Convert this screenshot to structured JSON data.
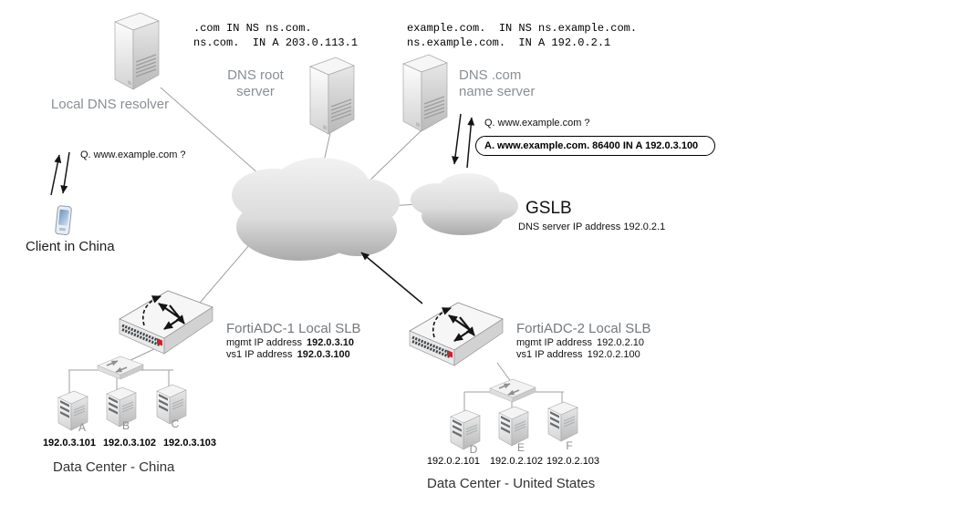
{
  "resolver": {
    "label": "Local DNS resolver"
  },
  "dns_root": {
    "records": ".com IN NS ns.com.\nns.com.  IN A 203.0.113.1",
    "label": "DNS root\nserver"
  },
  "dns_com": {
    "records": "example.com.  IN NS ns.example.com.\nns.example.com.  IN A 192.0.2.1",
    "label": "DNS .com\nname server"
  },
  "client": {
    "query": "Q. www.example.com ?",
    "label": "Client in China"
  },
  "gslb": {
    "query": "Q. www.example.com ?",
    "answer": "A. www.example.com. 86400 IN A 192.0.3.100",
    "title": "GSLB",
    "subtitle": "DNS server IP address 192.0.2.1"
  },
  "fortiadc1": {
    "title": "FortiADC-1 Local SLB",
    "mgmt_label": "mgmt IP address",
    "mgmt_value": "192.0.3.10",
    "vs1_label": "vs1 IP address",
    "vs1_value": "192.0.3.100"
  },
  "fortiadc2": {
    "title": "FortiADC-2 Local SLB",
    "mgmt_label": "mgmt IP address",
    "mgmt_value": "192.0.2.10",
    "vs1_label": "vs1 IP address",
    "vs1_value": "192.0.2.100"
  },
  "dc_china": {
    "label": "Data Center - China",
    "servers": [
      {
        "name": "A",
        "ip": "192.0.3.101"
      },
      {
        "name": "B",
        "ip": "192.0.3.102"
      },
      {
        "name": "C",
        "ip": "192.0.3.103"
      }
    ]
  },
  "dc_us": {
    "label": "Data Center - United States",
    "servers": [
      {
        "name": "D",
        "ip": "192.0.2.101"
      },
      {
        "name": "E",
        "ip": "192.0.2.102"
      },
      {
        "name": "F",
        "ip": "192.0.2.103"
      }
    ]
  },
  "colors": {
    "label_gray": "#8a8f94",
    "connector_gray": "#9f9f9f",
    "arrow_black": "#141414",
    "fortinet_red": "#cc2229"
  }
}
